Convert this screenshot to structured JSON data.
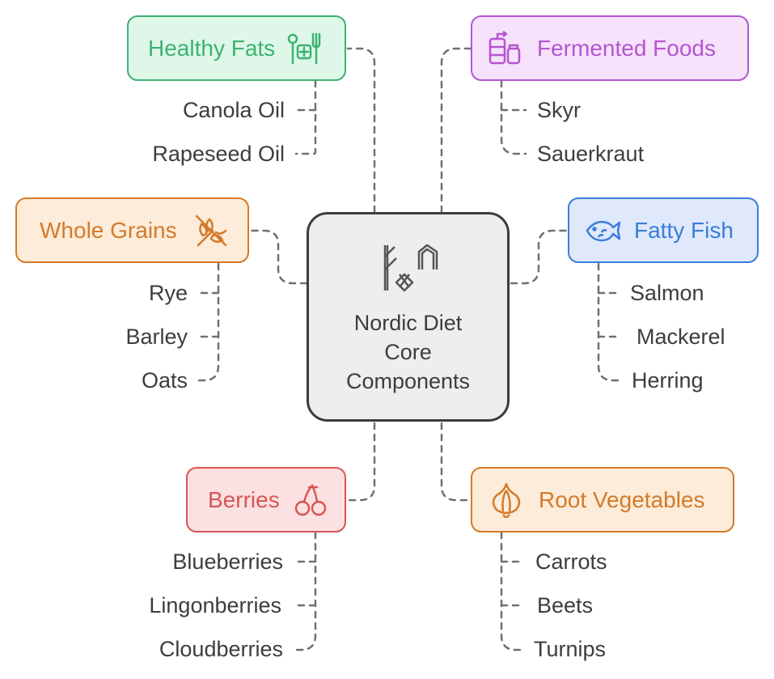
{
  "center": {
    "title": "Nordic Diet\nCore\nComponents",
    "icon": "nordic-runes-icon"
  },
  "categories": {
    "healthy_fats": {
      "label": "Healthy Fats",
      "icon": "cutlery-plus-icon",
      "color": "#3cb371",
      "bg": "#def7e8",
      "items": [
        "Canola Oil",
        "Rapeseed Oil"
      ]
    },
    "fermented_foods": {
      "label": "Fermented Foods",
      "icon": "fermentation-jars-icon",
      "color": "#b455d0",
      "bg": "#f6e2fb",
      "items": [
        "Skyr",
        "Sauerkraut"
      ]
    },
    "whole_grains": {
      "label": "Whole Grains",
      "icon": "wheat-off-icon",
      "color": "#d47a2a",
      "bg": "#fcecd9",
      "items": [
        "Rye",
        "Barley",
        "Oats"
      ]
    },
    "fatty_fish": {
      "label": "Fatty Fish",
      "icon": "fish-icon",
      "color": "#3b7dd8",
      "bg": "#dfe9fb",
      "items": [
        "Salmon",
        "Mackerel",
        "Herring"
      ]
    },
    "berries": {
      "label": "Berries",
      "icon": "cherries-icon",
      "color": "#d95555",
      "bg": "#fbe1e1",
      "items": [
        "Blueberries",
        "Lingonberries",
        "Cloudberries"
      ]
    },
    "root_vegetables": {
      "label": "Root Vegetables",
      "icon": "onion-icon",
      "color": "#d47a2a",
      "bg": "#fcecd9",
      "items": [
        "Carrots",
        "Beets",
        "Turnips"
      ]
    }
  }
}
